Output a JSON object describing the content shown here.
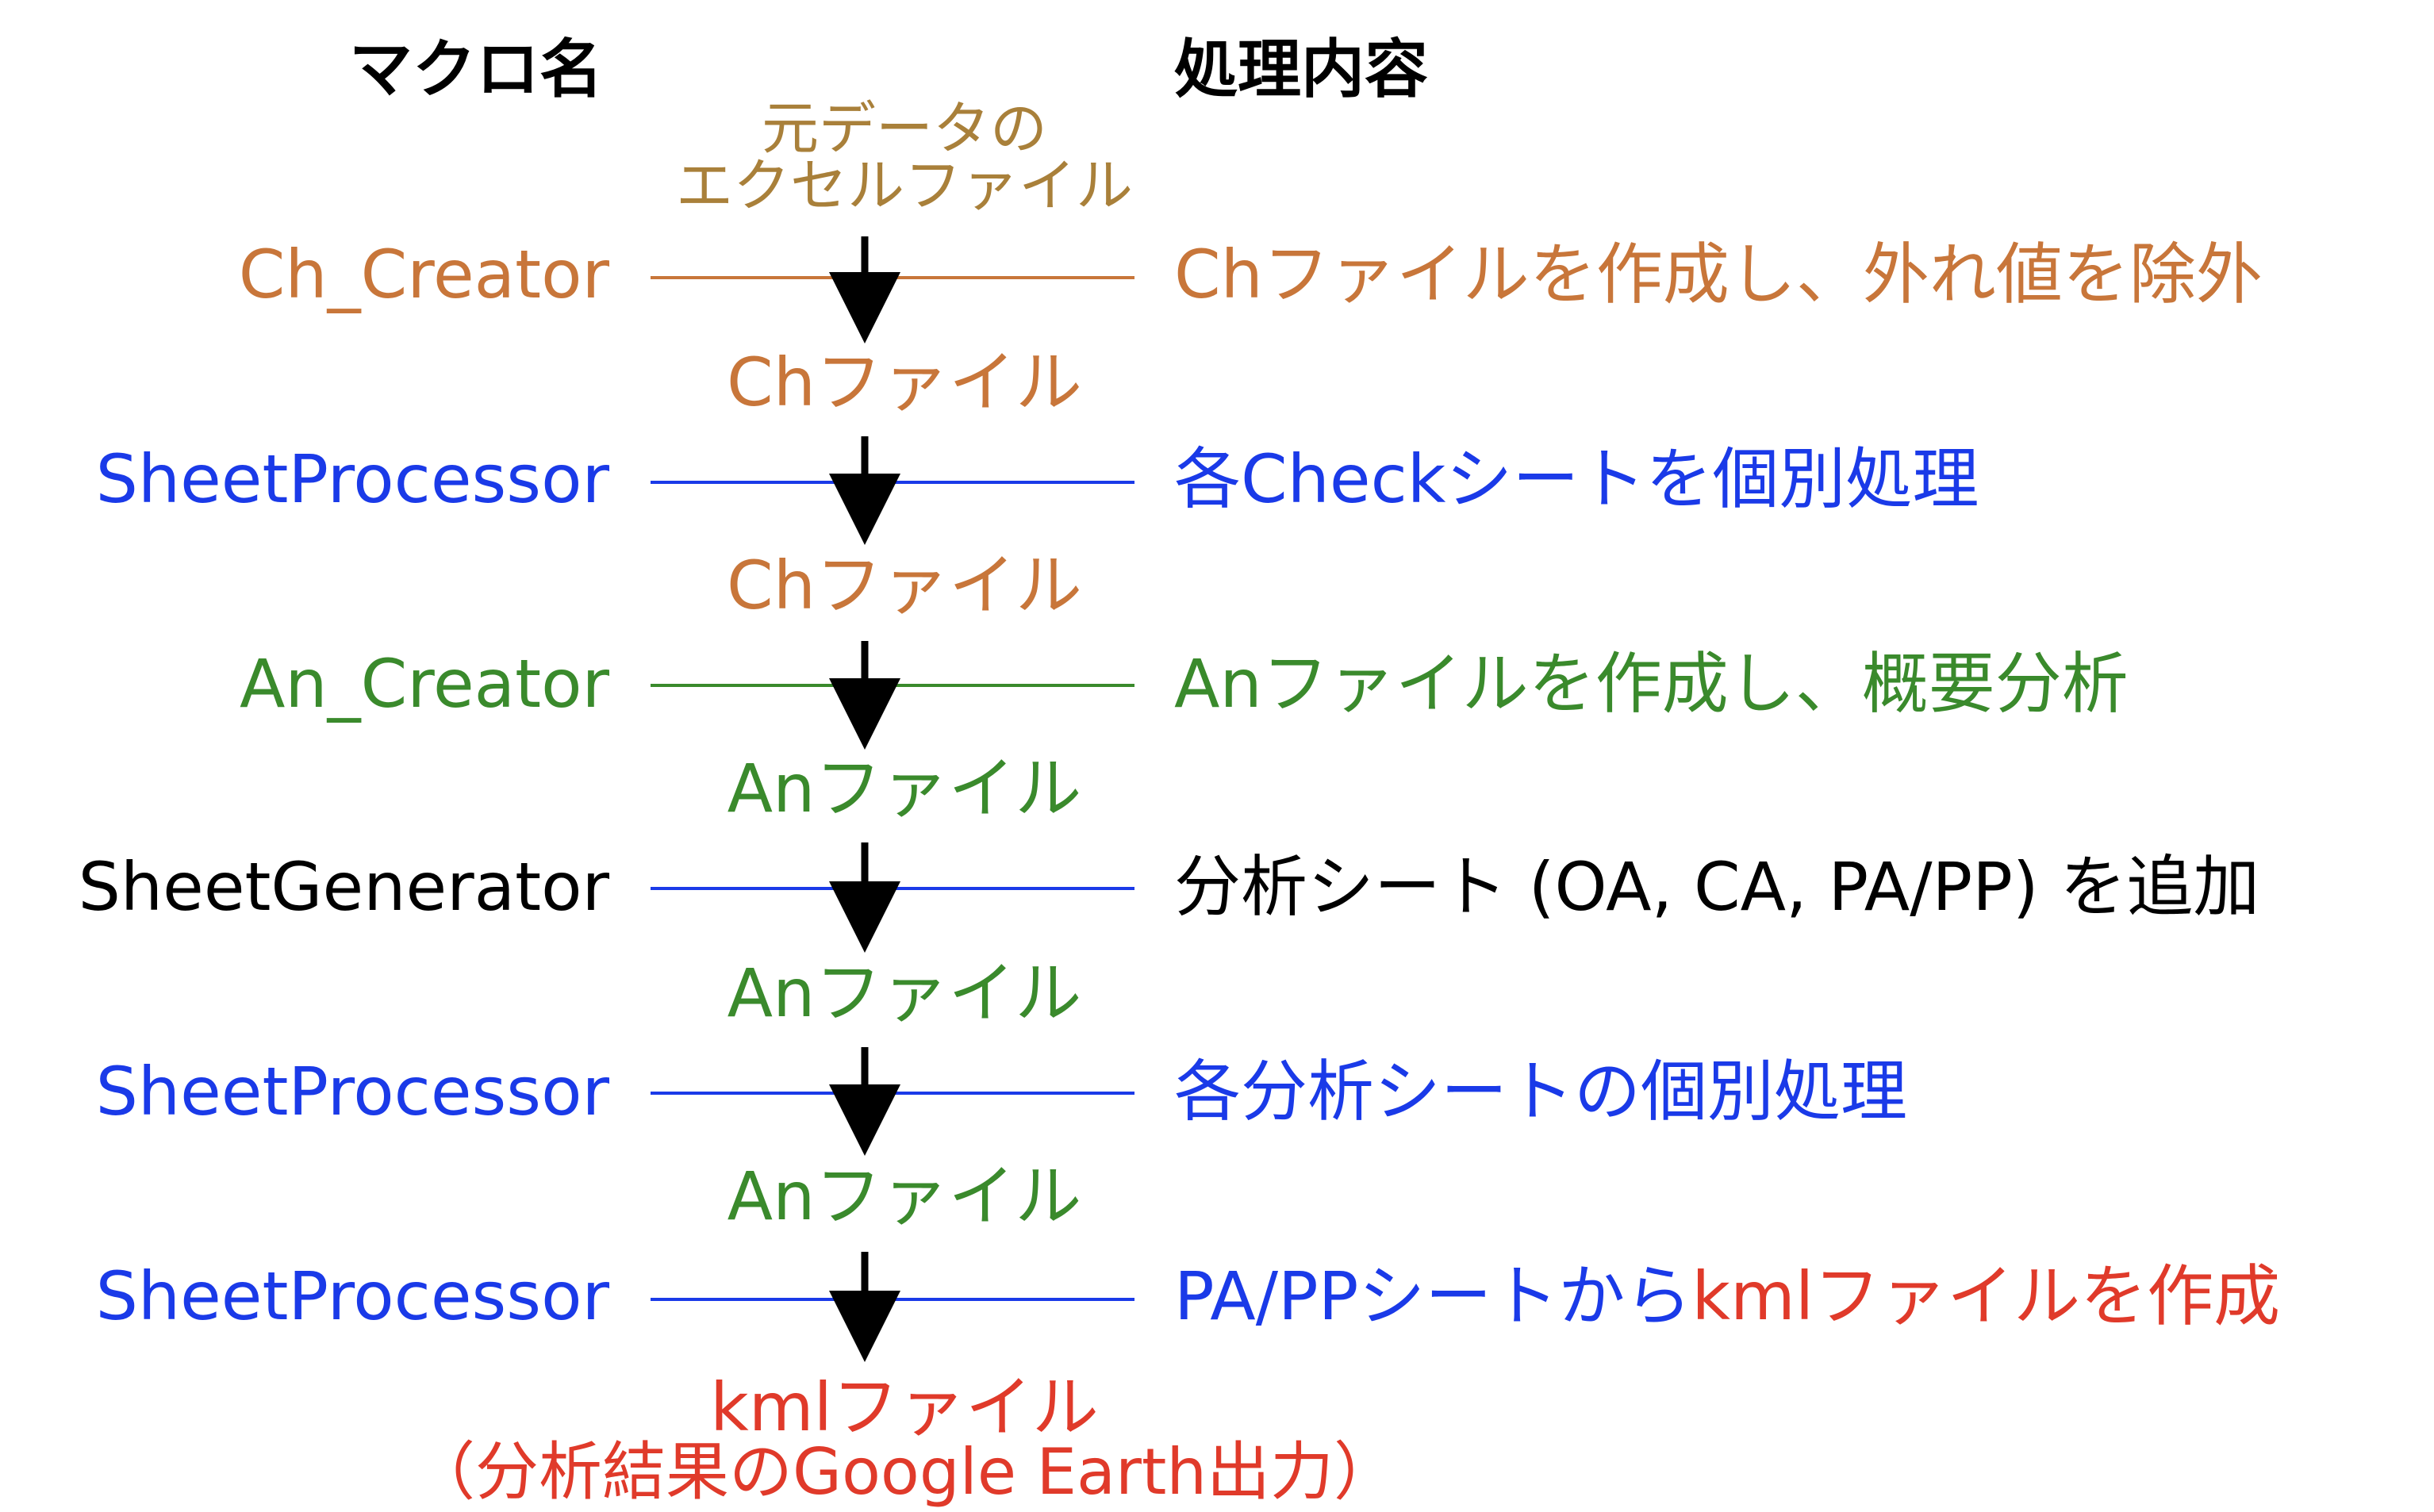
{
  "headers": {
    "macro": "マクロ名",
    "process": "処理内容"
  },
  "source": {
    "line1": "元データの",
    "line2": "エクセルファイル",
    "color": "#A9803A"
  },
  "colors": {
    "orange": "#C8763A",
    "blue": "#1A3AE8",
    "green": "#3A8A2C",
    "black": "#000000",
    "red": "#E03A2A",
    "arrow": "#000000"
  },
  "steps": [
    {
      "macro": "Ch_Creator",
      "macro_color": "#C8763A",
      "line_color": "#C8763A",
      "desc": "Chファイルを作成し、外れ値を除外",
      "desc_color": "#C8763A",
      "output": "Chファイル",
      "output_color": "#C8763A"
    },
    {
      "macro": "SheetProcessor",
      "macro_color": "#1A3AE8",
      "line_color": "#1A3AE8",
      "desc": "各Checkシートを個別処理",
      "desc_color": "#1A3AE8",
      "output": "Chファイル",
      "output_color": "#C8763A"
    },
    {
      "macro": "An_Creator",
      "macro_color": "#3A8A2C",
      "line_color": "#3A8A2C",
      "desc": "Anファイルを作成し、概要分析",
      "desc_color": "#3A8A2C",
      "output": "Anファイル",
      "output_color": "#3A8A2C"
    },
    {
      "macro": "SheetGenerator",
      "macro_color": "#000000",
      "line_color": "#1A3AE8",
      "desc": "分析シート (OA, CA, PA/PP) を追加",
      "desc_color": "#000000",
      "output": "Anファイル",
      "output_color": "#3A8A2C"
    },
    {
      "macro": "SheetProcessor",
      "macro_color": "#1A3AE8",
      "line_color": "#1A3AE8",
      "desc": "各分析シートの個別処理",
      "desc_color": "#1A3AE8",
      "output": "Anファイル",
      "output_color": "#3A8A2C"
    },
    {
      "macro": "SheetProcessor",
      "macro_color": "#1A3AE8",
      "line_color": "#1A3AE8",
      "desc_part1": "PA/PPシートから",
      "desc_part1_color": "#1A3AE8",
      "desc_part2": "kmlファイルを作成",
      "desc_part2_color": "#E03A2A"
    }
  ],
  "final_output": {
    "line1": "kmlファイル",
    "line2": "（分析結果のGoogle Earth出力）",
    "color": "#E03A2A"
  }
}
